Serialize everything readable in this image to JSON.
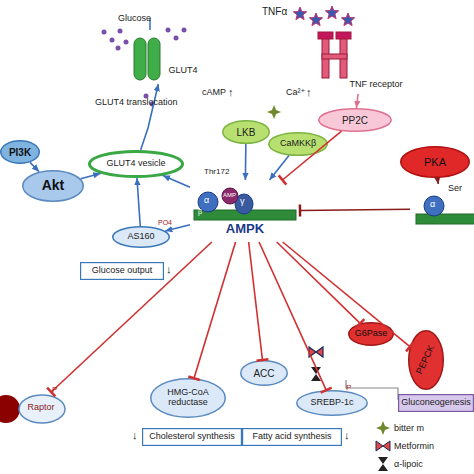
{
  "diagram": {
    "nodes": [
      {
        "text": [
          "GLUT4"
        ]
      },
      {
        "text": [
          "TNF receptor"
        ]
      },
      {
        "text": [
          "PP2C"
        ]
      },
      {
        "text": [
          "LKB"
        ]
      },
      {
        "text": [
          "CaMKKβ"
        ]
      },
      {
        "text": [
          "PI3K"
        ]
      },
      {
        "text": [
          "GLUT4 vesicle"
        ]
      },
      {
        "text": [
          "Akt"
        ]
      },
      {
        "text": [
          "PKA"
        ]
      },
      {
        "text": [
          "AMPK"
        ]
      },
      {
        "text": [
          "Ser"
        ]
      },
      {
        "text": [
          "AS160"
        ]
      },
      {
        "text": [
          "Glucose output"
        ]
      },
      {
        "text": [
          "G6Pase"
        ]
      },
      {
        "text": [
          "ACC"
        ]
      },
      {
        "text": [
          "PEPCK"
        ]
      },
      {
        "text": [
          "Raptor"
        ]
      },
      {
        "text": [
          "HMG-CoA reductase"
        ]
      },
      {
        "text": [
          "SREBP-1c"
        ]
      },
      {
        "text": [
          "Gluconeogenesis"
        ]
      },
      {
        "text": [
          "Cholesterol synthesis"
        ]
      },
      {
        "text": [
          "Fatty acid synthesis"
        ]
      }
    ],
    "edges": [
      {
        "from": 1,
        "to": 2,
        "arrow": "to"
      },
      {
        "from": 2,
        "to": 9,
        "arrow": "to"
      },
      {
        "from": 3,
        "to": 9,
        "arrow": "to"
      },
      {
        "from": 4,
        "to": 9,
        "arrow": "to"
      },
      {
        "from": 5,
        "to": 7,
        "arrow": "to"
      },
      {
        "from": 7,
        "to": 6,
        "arrow": "to"
      },
      {
        "from": 6,
        "to": 0,
        "arrow": "to"
      },
      {
        "from": 9,
        "to": 6,
        "arrow": "to"
      },
      {
        "from": 9,
        "to": 11,
        "arrow": "to"
      },
      {
        "from": 11,
        "to": 6,
        "arrow": "to"
      },
      {
        "from": 8,
        "to": 10,
        "arrow": "to"
      },
      {
        "from": 10,
        "to": 9,
        "arrow": "to"
      },
      {
        "from": 9,
        "to": 16,
        "arrow": "to"
      },
      {
        "from": 9,
        "to": 17,
        "arrow": "to"
      },
      {
        "from": 9,
        "to": 14,
        "arrow": "to"
      },
      {
        "from": 9,
        "to": 18,
        "arrow": "to"
      },
      {
        "from": 9,
        "to": 13,
        "arrow": "to"
      },
      {
        "from": 9,
        "to": 15,
        "arrow": "to"
      }
    ],
    "labels": [
      "Glucose",
      "TNFα",
      "cAMP",
      "↑",
      "Ca²⁺",
      "↑",
      "GLUT4 translocation",
      "Thr172",
      "α",
      "γ",
      "AMP",
      "β",
      "PO4",
      "↓",
      "P",
      "P",
      "↓",
      "↓",
      "α"
    ],
    "legend": [
      {
        "text": "bitter m"
      },
      {
        "text": "Metformin"
      },
      {
        "text": "α-lipoic"
      }
    ]
  }
}
